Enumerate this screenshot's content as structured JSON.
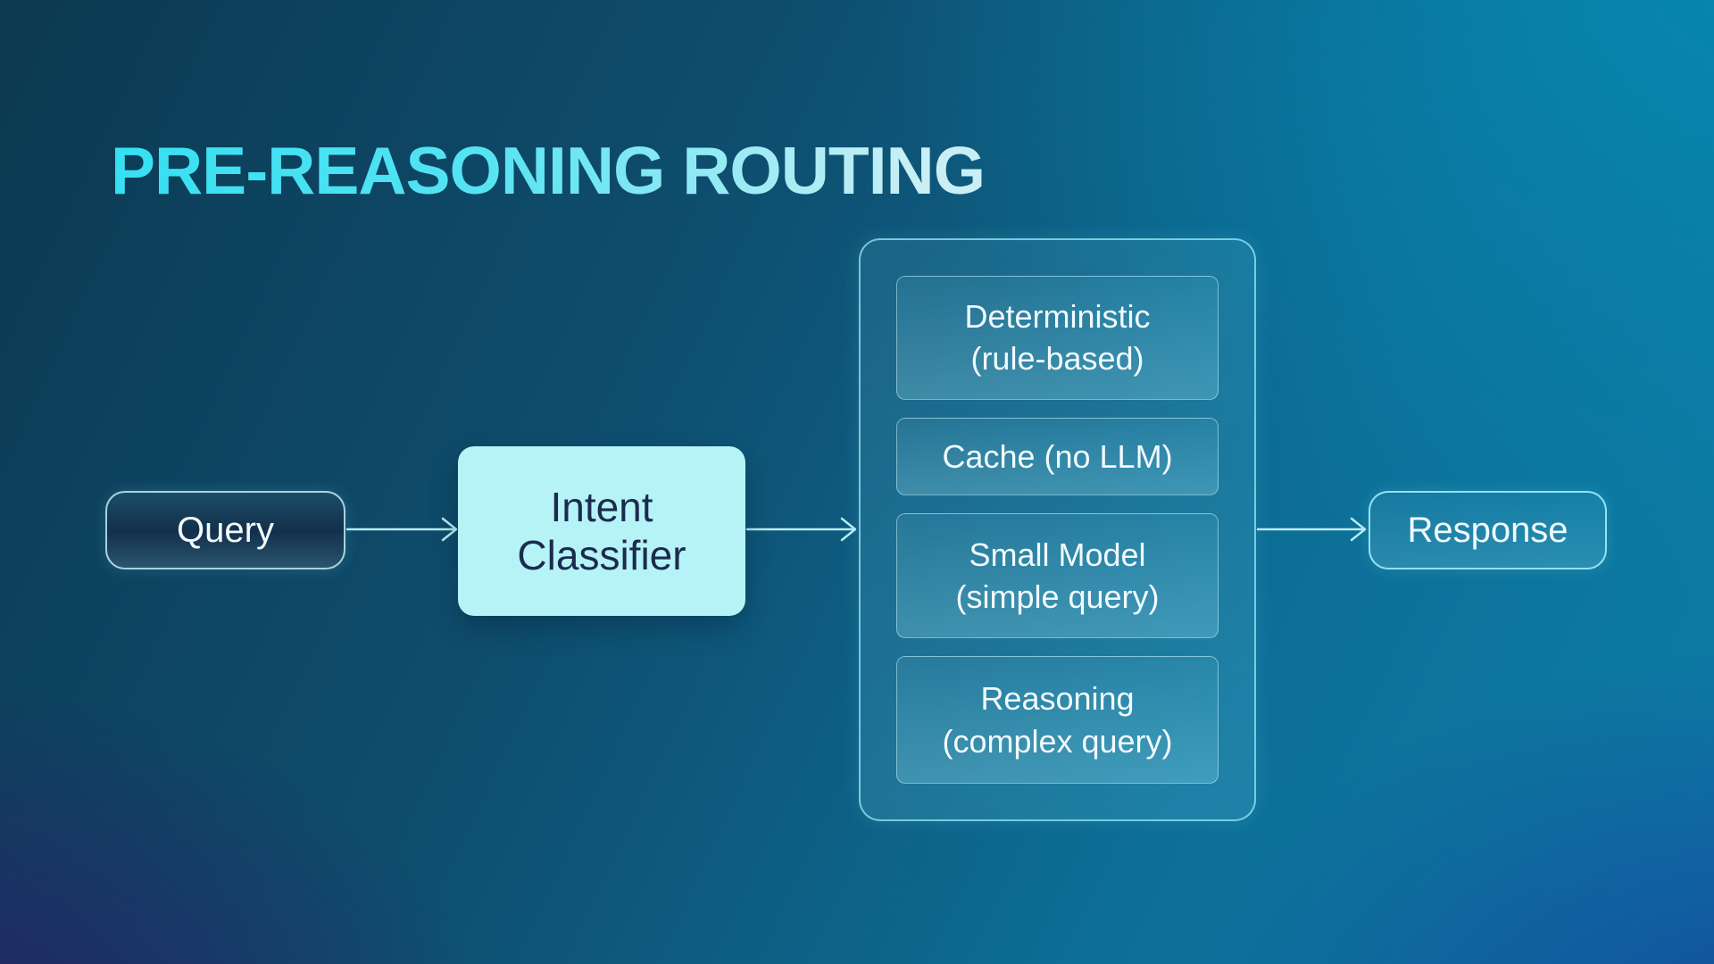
{
  "slide": {
    "title": "PRE-REASONING ROUTING"
  },
  "flow": {
    "input_node": {
      "label": "Query"
    },
    "classifier_node": {
      "lines": [
        "Intent",
        "Classifier"
      ]
    },
    "routes_group": {
      "options": [
        {
          "lines": [
            "Deterministic",
            "(rule-based)"
          ]
        },
        {
          "lines": [
            "Cache (no LLM)",
            ""
          ]
        },
        {
          "lines": [
            "Small Model",
            "(simple query)"
          ]
        },
        {
          "lines": [
            "Reasoning",
            "(complex query)"
          ]
        }
      ]
    },
    "output_node": {
      "label": "Response"
    }
  },
  "colors": {
    "title_gradient_start": "#35e0f2",
    "title_gradient_end": "#c9eff5",
    "arrow": "#b7ecf6",
    "classifier_fill": "#b5f3f7",
    "classifier_text": "#1c2b4d",
    "node_text": "#f1fafd",
    "background_top_left": "#0c3951",
    "background_top_right": "#0689b2",
    "background_bottom_left": "#282066",
    "background_bottom_right": "#15409a"
  }
}
